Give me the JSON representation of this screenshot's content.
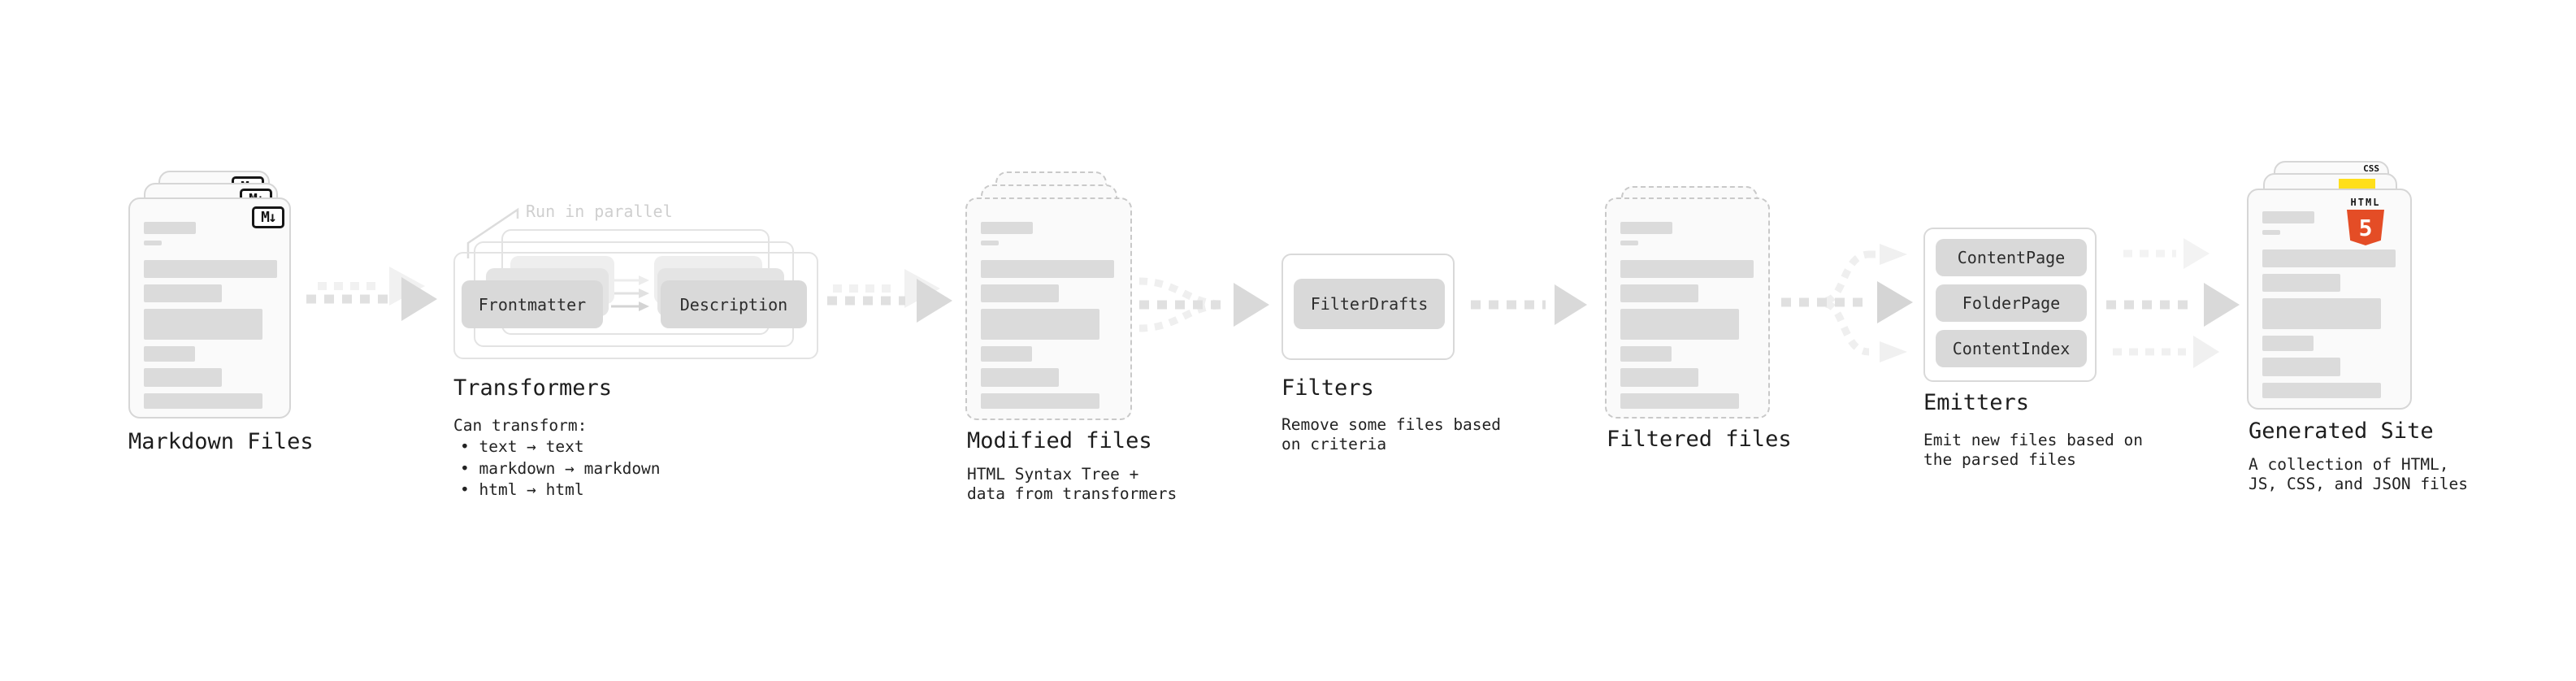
{
  "stages": {
    "markdown_files": {
      "title": "Markdown Files",
      "badge": "M↓"
    },
    "transformers": {
      "title": "Transformers",
      "callout": "Run in parallel",
      "pill_from": "Frontmatter",
      "pill_to": "Description",
      "desc_heading": "Can transform:",
      "bullets": [
        "• text → text",
        "• markdown → markdown",
        "• html → html"
      ]
    },
    "modified_files": {
      "title": "Modified files",
      "subtitle_lines": [
        "HTML Syntax Tree +",
        "data from transformers"
      ]
    },
    "filters": {
      "title": "Filters",
      "pill": "FilterDrafts",
      "subtitle_lines": [
        "Remove some files based",
        "on criteria"
      ]
    },
    "filtered_files": {
      "title": "Filtered files"
    },
    "emitters": {
      "title": "Emitters",
      "pills": [
        "ContentPage",
        "FolderPage",
        "ContentIndex"
      ],
      "subtitle_lines": [
        "Emit new files based on",
        "the parsed files"
      ]
    },
    "generated_site": {
      "title": "Generated Site",
      "subtitle_lines": [
        "A collection of HTML,",
        "JS, CSS, and JSON files"
      ],
      "badges": {
        "css": "CSS",
        "html_word": "HTML",
        "html_number": "5"
      }
    }
  },
  "colors": {
    "html5_orange": "#e44d26",
    "js_yellow": "#ffdf1b",
    "css_blue": "#2e6bf0",
    "card_border": "#d6d6d6",
    "bar_gray": "#dbdbdb",
    "arrow_gray": "#dfdfdf",
    "arrow_light": "#f0f0f0",
    "text_dark": "#1d1d1d",
    "muted_callout": "#cfcfcf"
  }
}
